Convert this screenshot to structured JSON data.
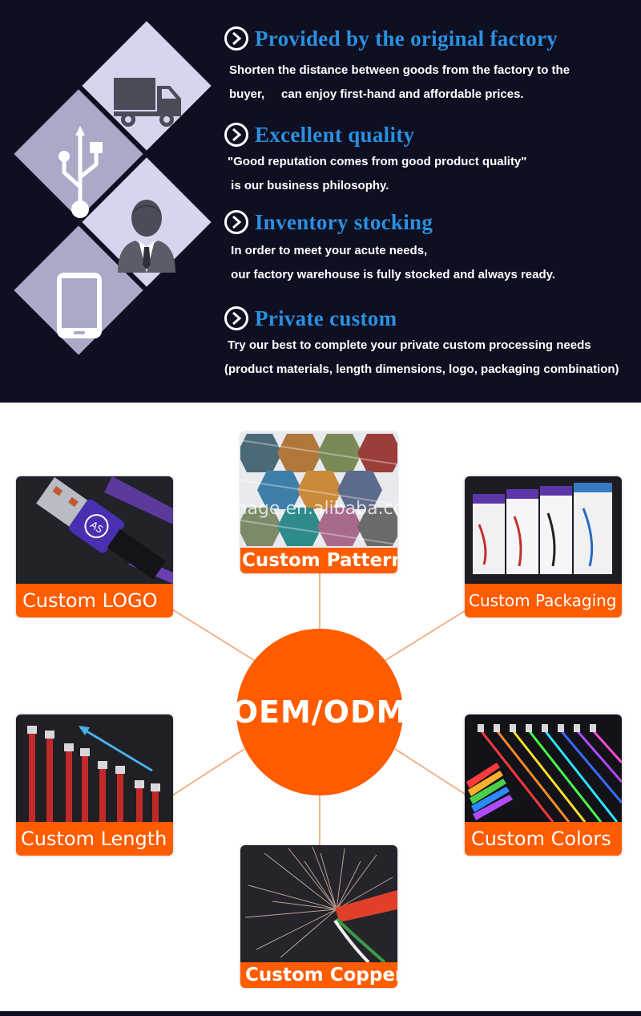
{
  "features": [
    {
      "title": "Provided by the original factory",
      "lines": [
        "Shorten the distance between goods from the factory to the",
        "buyer,     can enjoy first-hand and affordable prices."
      ]
    },
    {
      "title": "Excellent quality",
      "lines": [
        "\"Good reputation comes from good product quality\"",
        " is our business philosophy."
      ]
    },
    {
      "title": "Inventory stocking",
      "lines": [
        " In order to meet your acute needs,",
        " our factory warehouse is fully stocked and always ready."
      ]
    },
    {
      "title": "Private custom",
      "lines": [
        " Try our best to complete your private custom processing needs",
        "(product materials, length dimensions, logo, packaging combination)"
      ]
    }
  ],
  "icons": [
    "truck-icon",
    "usb-icon",
    "businessman-icon",
    "tablet-icon"
  ],
  "oem": {
    "center_label": "OEM/ODM",
    "watermark": "sihage.en.alibaba.com",
    "cards": {
      "pattern": "Custom Pattern",
      "logo": "Custom LOGO",
      "packaging": "Custom Packaging",
      "length": "Custom Length",
      "colors": "Custom Colors",
      "copper": "Custom Copper"
    }
  },
  "colors": {
    "dark_bg": "#0f0f22",
    "title_blue": "#2a90e0",
    "accent_orange": "#ff5c00",
    "diamond_light": "#d5d6ee",
    "diamond_mid": "#a8aac8"
  }
}
